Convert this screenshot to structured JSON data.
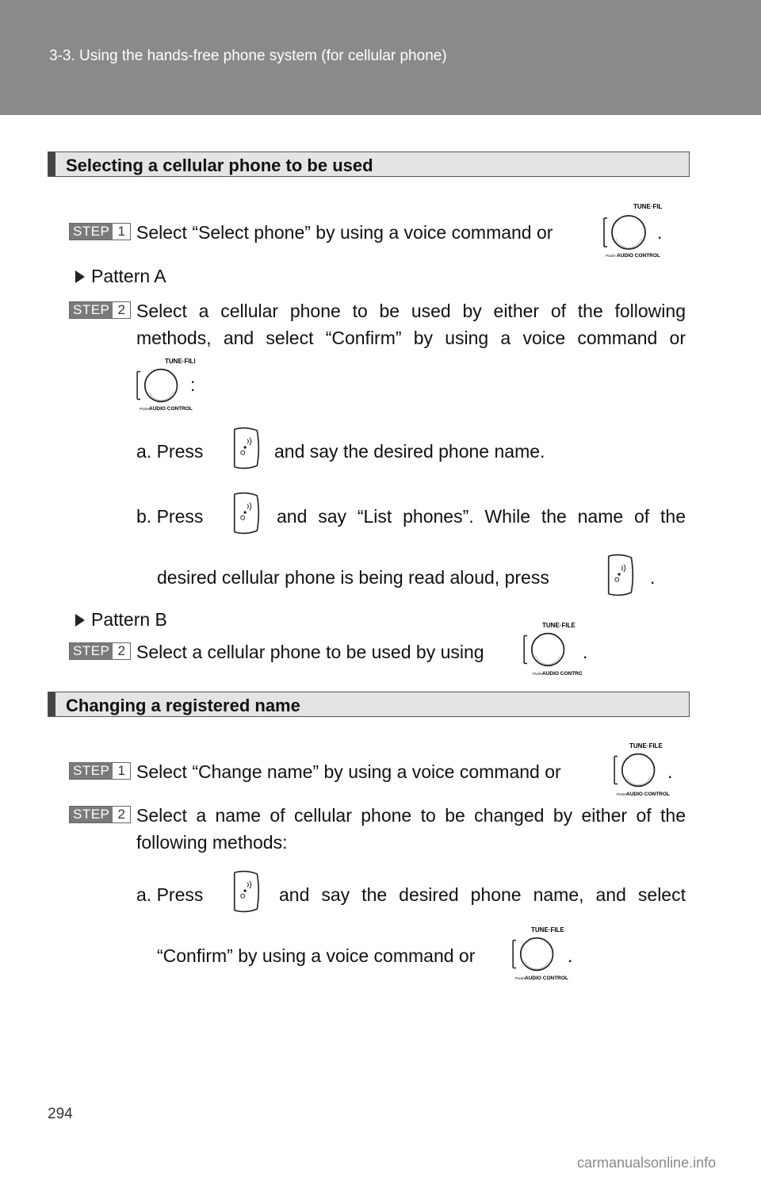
{
  "header": {
    "title": "3-3. Using the hands-free phone system (for cellular phone)"
  },
  "sections": [
    {
      "title": "Selecting a cellular phone to be used"
    },
    {
      "title": "Changing a registered name"
    }
  ],
  "steps": {
    "word": "STEP",
    "one": "1",
    "two": "2"
  },
  "s1": {
    "step1_text": "Select “Select phone” by using a voice command or",
    "patternA": "Pattern A",
    "step2_line1": "Select a cellular phone to be used by either of the following",
    "step2_line2": "methods, and select “Confirm” by using a voice command or",
    "colon": ":",
    "a_prefix": "a. Press",
    "a_suffix": "and say the desired phone name.",
    "b_prefix": "b. Press",
    "b_suffix": "and say “List phones”. While the name of the",
    "b_line2": "desired cellular phone is being read aloud, press",
    "patternB": "Pattern B",
    "stepB_text": "Select a cellular phone to be used by using"
  },
  "s2": {
    "step1_text": "Select “Change name” by using a voice command or",
    "step2_line1": "Select a name of cellular phone to be changed by either of the",
    "step2_line2": "following methods:",
    "a_prefix": "a. Press",
    "a_suffix": "and say the desired phone name, and select",
    "a_line2": "“Confirm” by using a voice command or"
  },
  "punct": {
    "period": "."
  },
  "knob": {
    "top_label": "TUNE·FILE",
    "bottom_prefix": "PUSH",
    "bottom_label": "AUDIO CONTROL"
  },
  "footer": {
    "page_number": "294",
    "watermark": "carmanualsonline.info"
  }
}
